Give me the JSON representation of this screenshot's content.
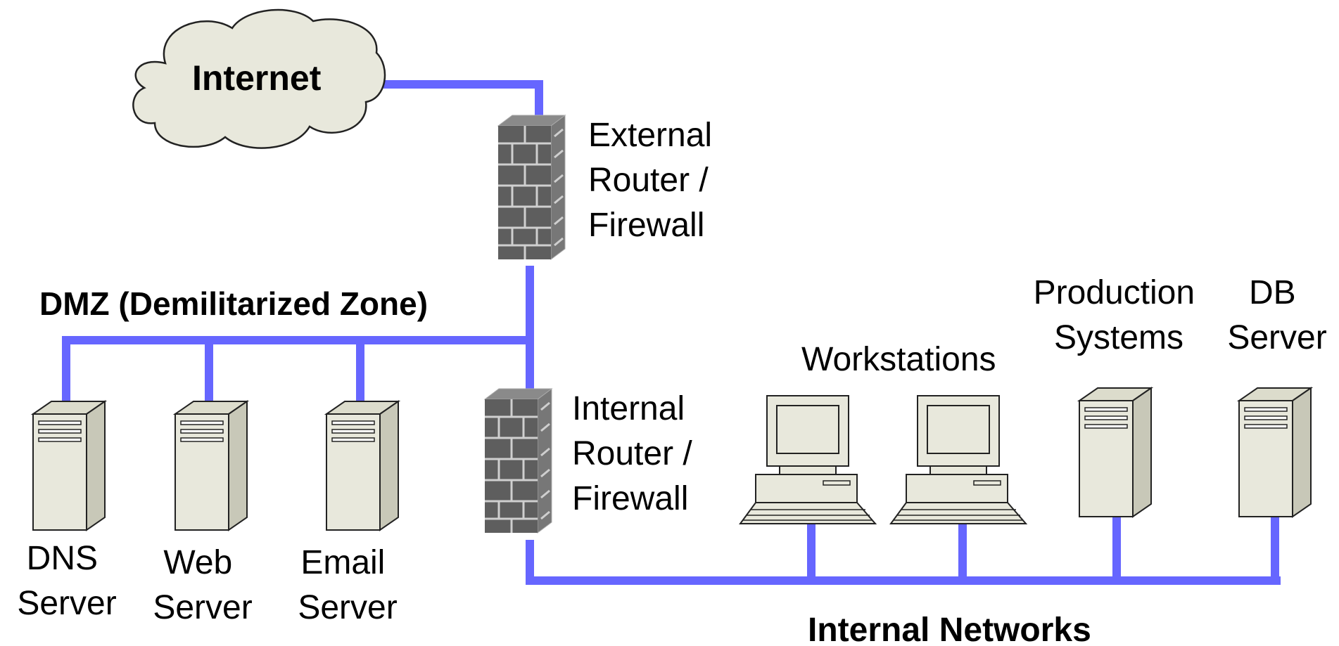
{
  "colors": {
    "link": "#6666ff",
    "device_fill": "#e8e8dc",
    "device_stroke": "#222222",
    "brick": "#5a5a5a",
    "brick_mortar": "#c8c8c8",
    "cloud_fill": "#e8e8dc"
  },
  "labels": {
    "internet": "Internet",
    "external_fw": [
      "External",
      "Router /",
      "Firewall"
    ],
    "dmz": "DMZ (Demilitarized Zone)",
    "internal_fw": [
      "Internal",
      "Router /",
      "Firewall"
    ],
    "dns": [
      "DNS",
      "Server"
    ],
    "web": [
      "Web",
      "Server"
    ],
    "email": [
      "Email",
      "Server"
    ],
    "workstations": "Workstations",
    "production": [
      "Production",
      "Systems"
    ],
    "db": [
      "DB",
      "Server"
    ],
    "internal_networks": "Internal Networks"
  },
  "icons": {
    "cloud": "cloud-icon",
    "firewall": "brick-wall-firewall-icon",
    "server": "tower-server-icon",
    "workstation": "desktop-computer-icon"
  }
}
